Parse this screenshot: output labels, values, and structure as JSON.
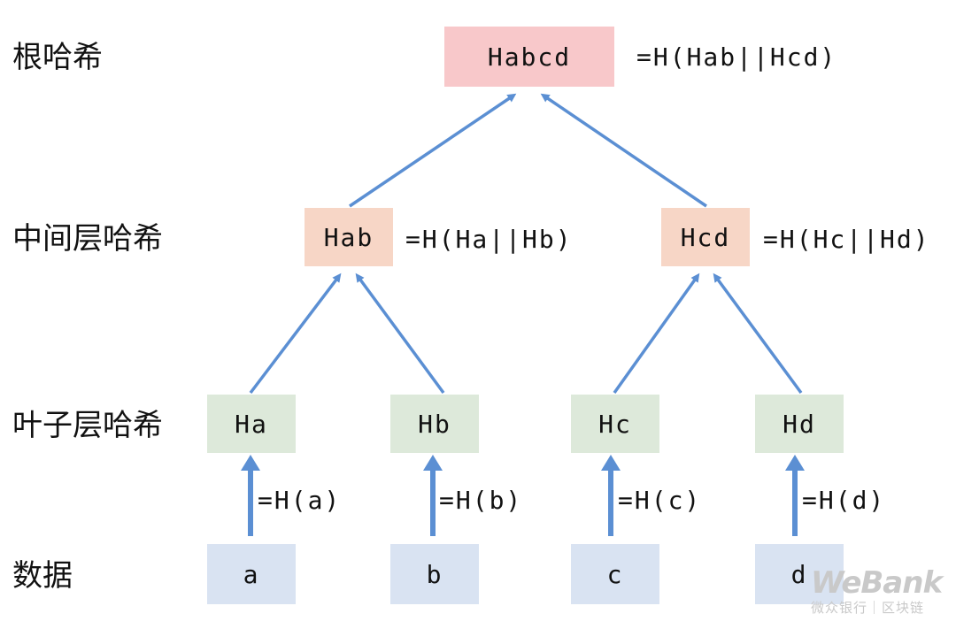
{
  "level_labels": {
    "root": "根哈希",
    "middle": "中间层哈希",
    "leaf": "叶子层哈希",
    "data": "数据"
  },
  "nodes": {
    "root": "Habcd",
    "ab": "Hab",
    "cd": "Hcd",
    "a": "Ha",
    "b": "Hb",
    "c": "Hc",
    "d": "Hd"
  },
  "data_blocks": [
    "a",
    "b",
    "c",
    "d"
  ],
  "formulas": {
    "root": "=H(Hab||Hcd)",
    "ab": "=H(Ha||Hb)",
    "cd": "=H(Hc||Hd)",
    "a": "=H(a)",
    "b": "=H(b)",
    "c": "=H(c)",
    "d": "=H(d)"
  },
  "colors": {
    "root_box": "#f8c8ca",
    "middle_box": "#f7d6c6",
    "leaf_box": "#dde9da",
    "data_box": "#d9e3f2",
    "arrow": "#5b8fd3"
  },
  "watermark": {
    "logo": "WeBank",
    "subtitle": "微众银行｜区块链"
  }
}
